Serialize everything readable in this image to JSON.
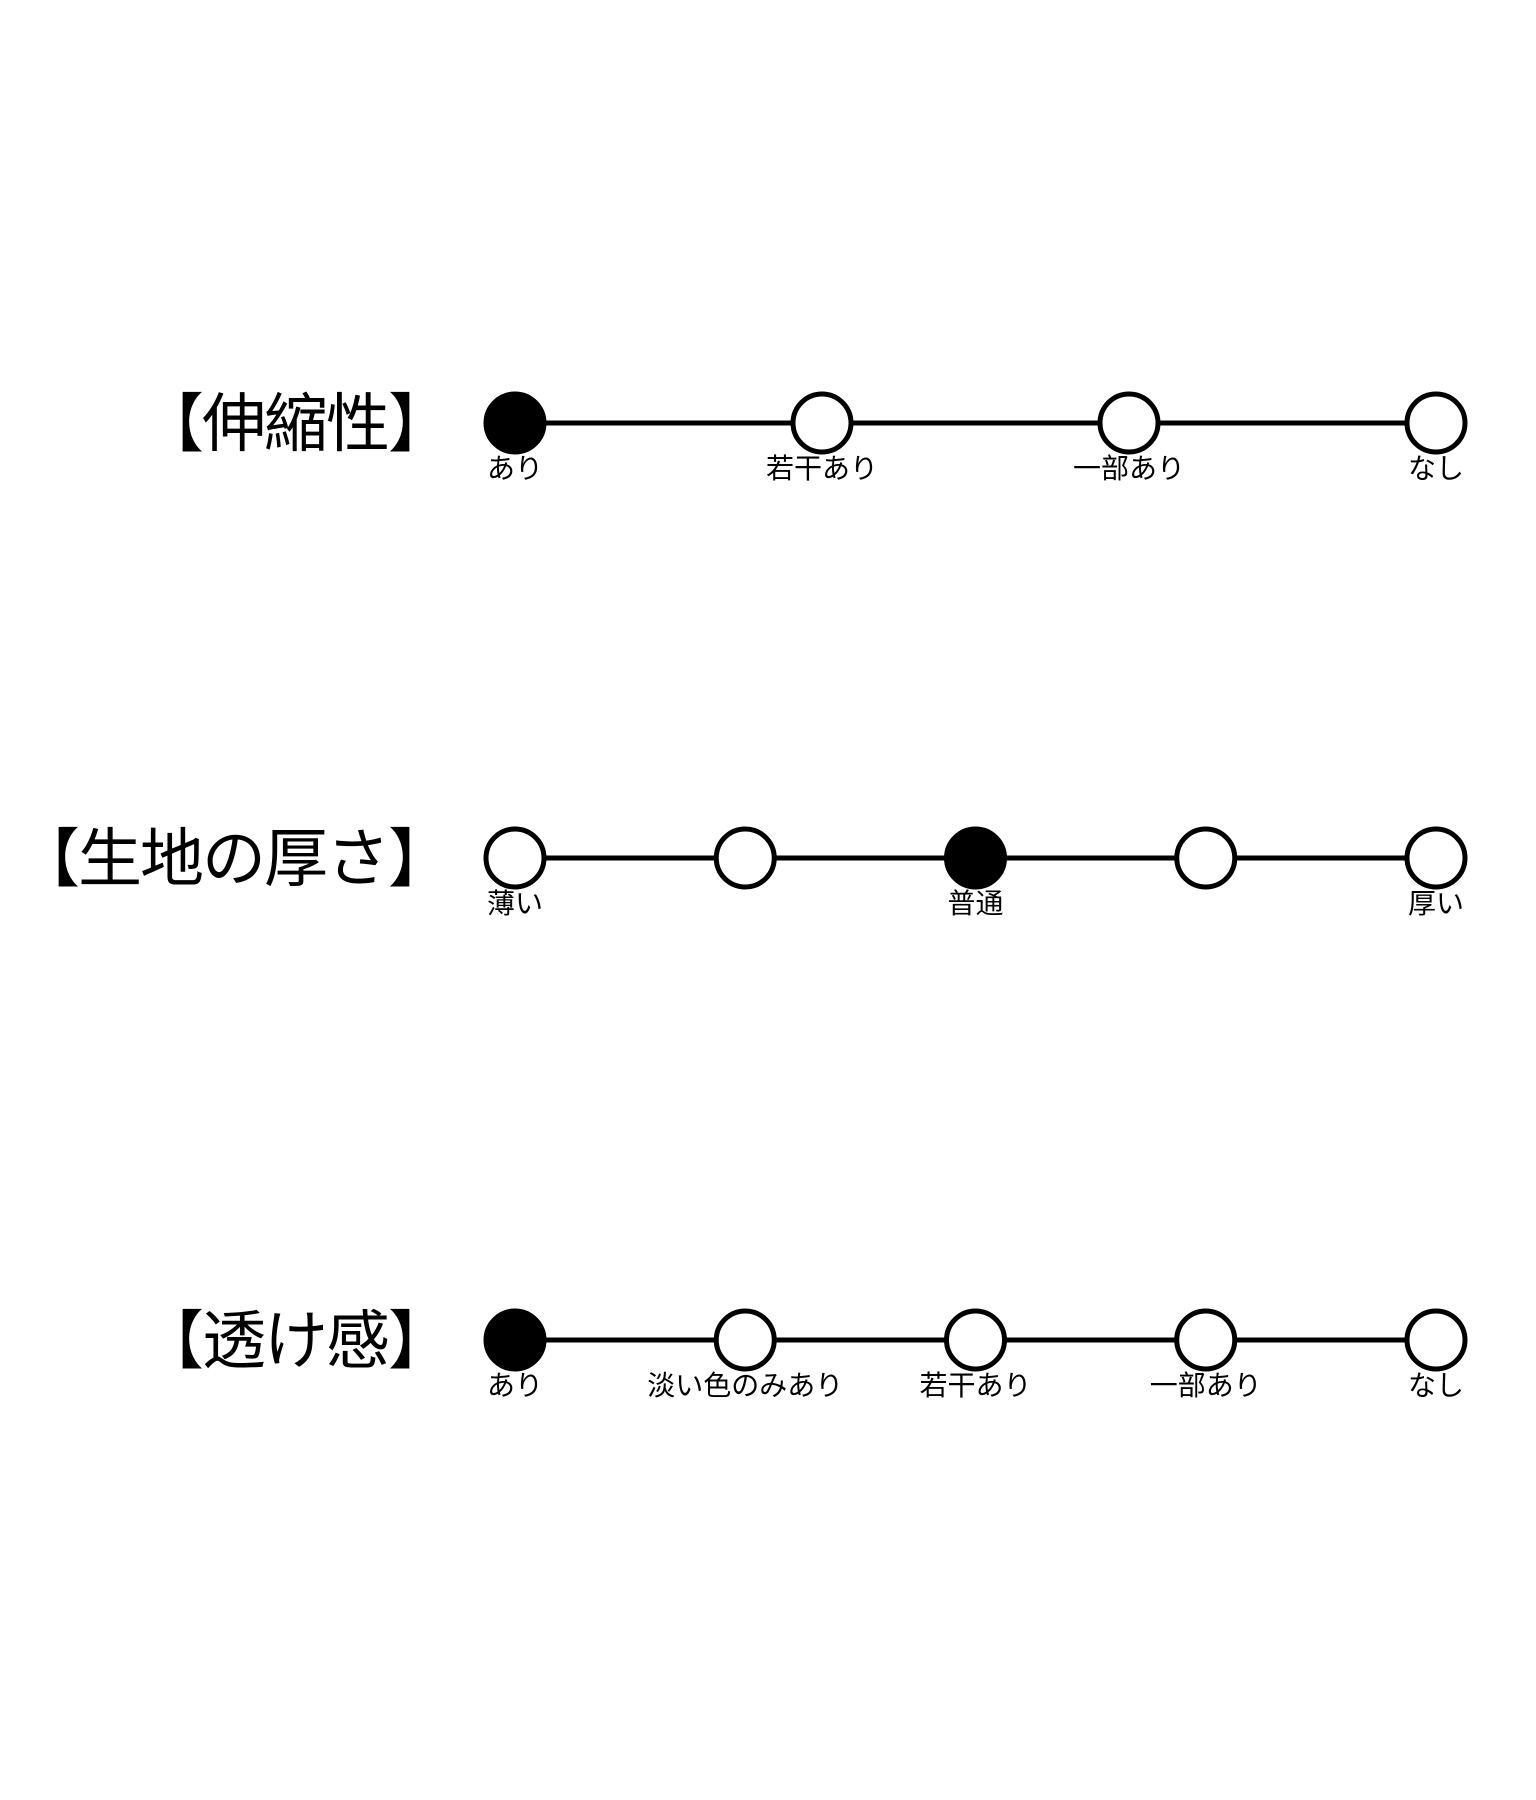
{
  "scales": [
    {
      "title": "【伸縮性】",
      "steps": [
        "あり",
        "若干あり",
        "一部あり",
        "なし"
      ],
      "selected_index": 0
    },
    {
      "title": "【生地の厚さ】",
      "steps": [
        "薄い",
        "",
        "普通",
        "",
        "厚い"
      ],
      "selected_index": 2
    },
    {
      "title": "【透け感】",
      "steps": [
        "あり",
        "淡い色のみあり",
        "若干あり",
        "一部あり",
        "なし"
      ],
      "selected_index": 0
    }
  ],
  "colors": {
    "line": "#000000",
    "selected_fill": "#000000",
    "unselected_fill": "#ffffff"
  }
}
